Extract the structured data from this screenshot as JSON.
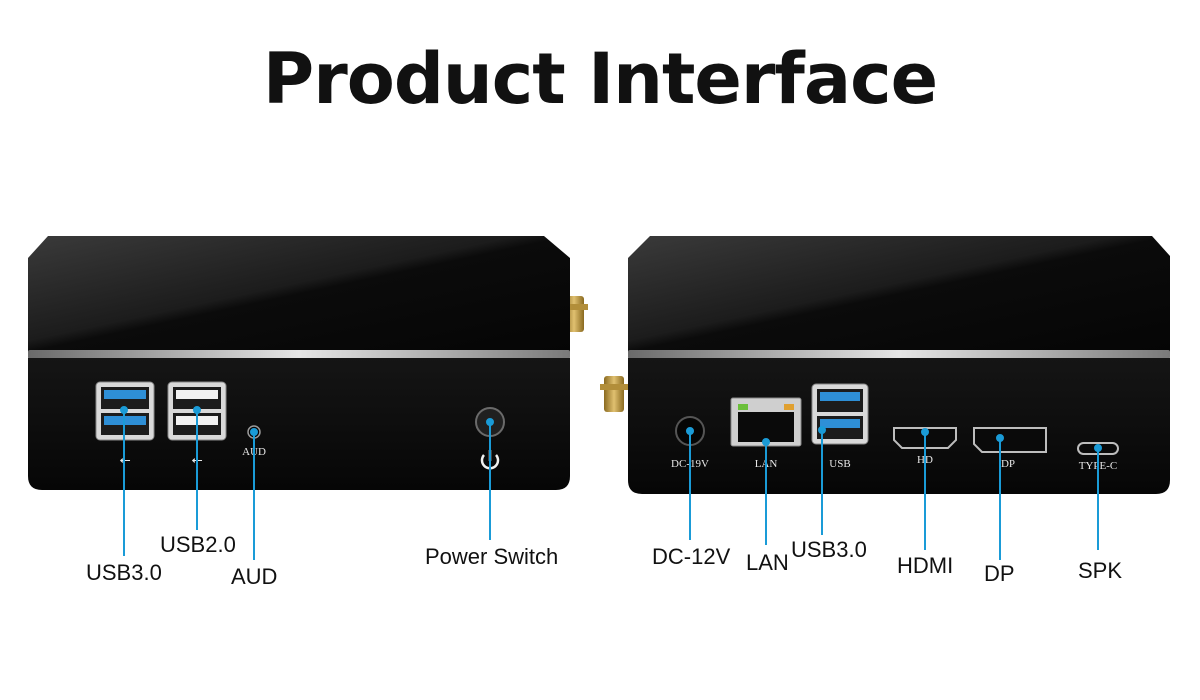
{
  "title": "Product Interface",
  "left_device": {
    "port_labels": {
      "aud": "AUD"
    },
    "callouts": {
      "usb30": "USB3.0",
      "usb20": "USB2.0",
      "aud": "AUD",
      "power": "Power Switch"
    }
  },
  "right_device": {
    "port_labels": {
      "dc": "DC-19V",
      "lan": "LAN",
      "usb": "USB",
      "hd": "HD",
      "dp": "DP",
      "typec": "TYPE-C"
    },
    "callouts": {
      "dc": "DC-12V",
      "lan": "LAN",
      "usb30": "USB3.0",
      "hdmi": "HDMI",
      "dp": "DP",
      "spk": "SPK"
    }
  },
  "colors": {
    "usb3_blue": "#2e8fd6",
    "callout_line": "#1a9bd7",
    "case": "#101010"
  }
}
